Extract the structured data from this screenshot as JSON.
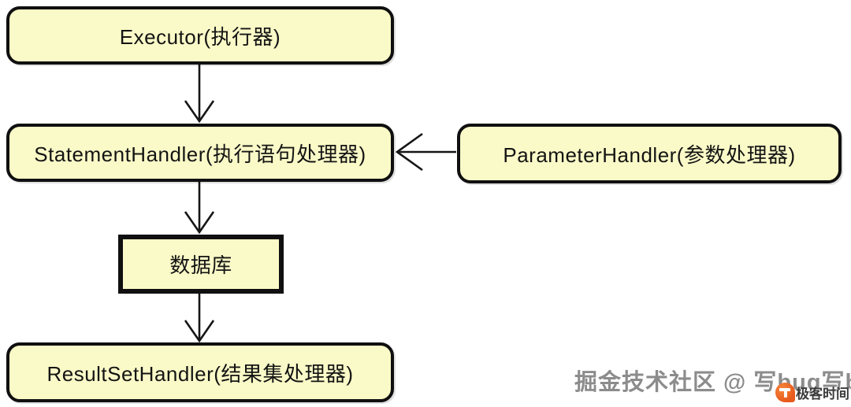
{
  "diagram": {
    "background_color": "#ffffff",
    "node_fill_color": "#fafac8",
    "node_border_color": "#101010",
    "arrow_color": "#161616",
    "nodes": [
      {
        "id": "executor",
        "label": "Executor(执行器)",
        "shape": "rounded"
      },
      {
        "id": "statement-handler",
        "label": "StatementHandler(执行语句处理器)",
        "shape": "rounded"
      },
      {
        "id": "parameter-handler",
        "label": "ParameterHandler(参数处理器)",
        "shape": "rounded"
      },
      {
        "id": "database",
        "label": "数据库",
        "shape": "rectangle"
      },
      {
        "id": "resultset-handler",
        "label": "ResultSetHandler(结果集处理器)",
        "shape": "rounded"
      }
    ],
    "edges": [
      {
        "from": "executor",
        "to": "statement-handler",
        "direction": "down"
      },
      {
        "from": "parameter-handler",
        "to": "statement-handler",
        "direction": "left"
      },
      {
        "from": "statement-handler",
        "to": "database",
        "direction": "down"
      },
      {
        "from": "database",
        "to": "resultset-handler",
        "direction": "down"
      }
    ]
  },
  "watermark": {
    "text": "掘金技术社区 @ 写bug写bug",
    "color": "#8c8c8c"
  },
  "corner_logo": {
    "icon": "geektime-logo-icon",
    "icon_color": "#e85a1d",
    "text": "极客时间"
  }
}
